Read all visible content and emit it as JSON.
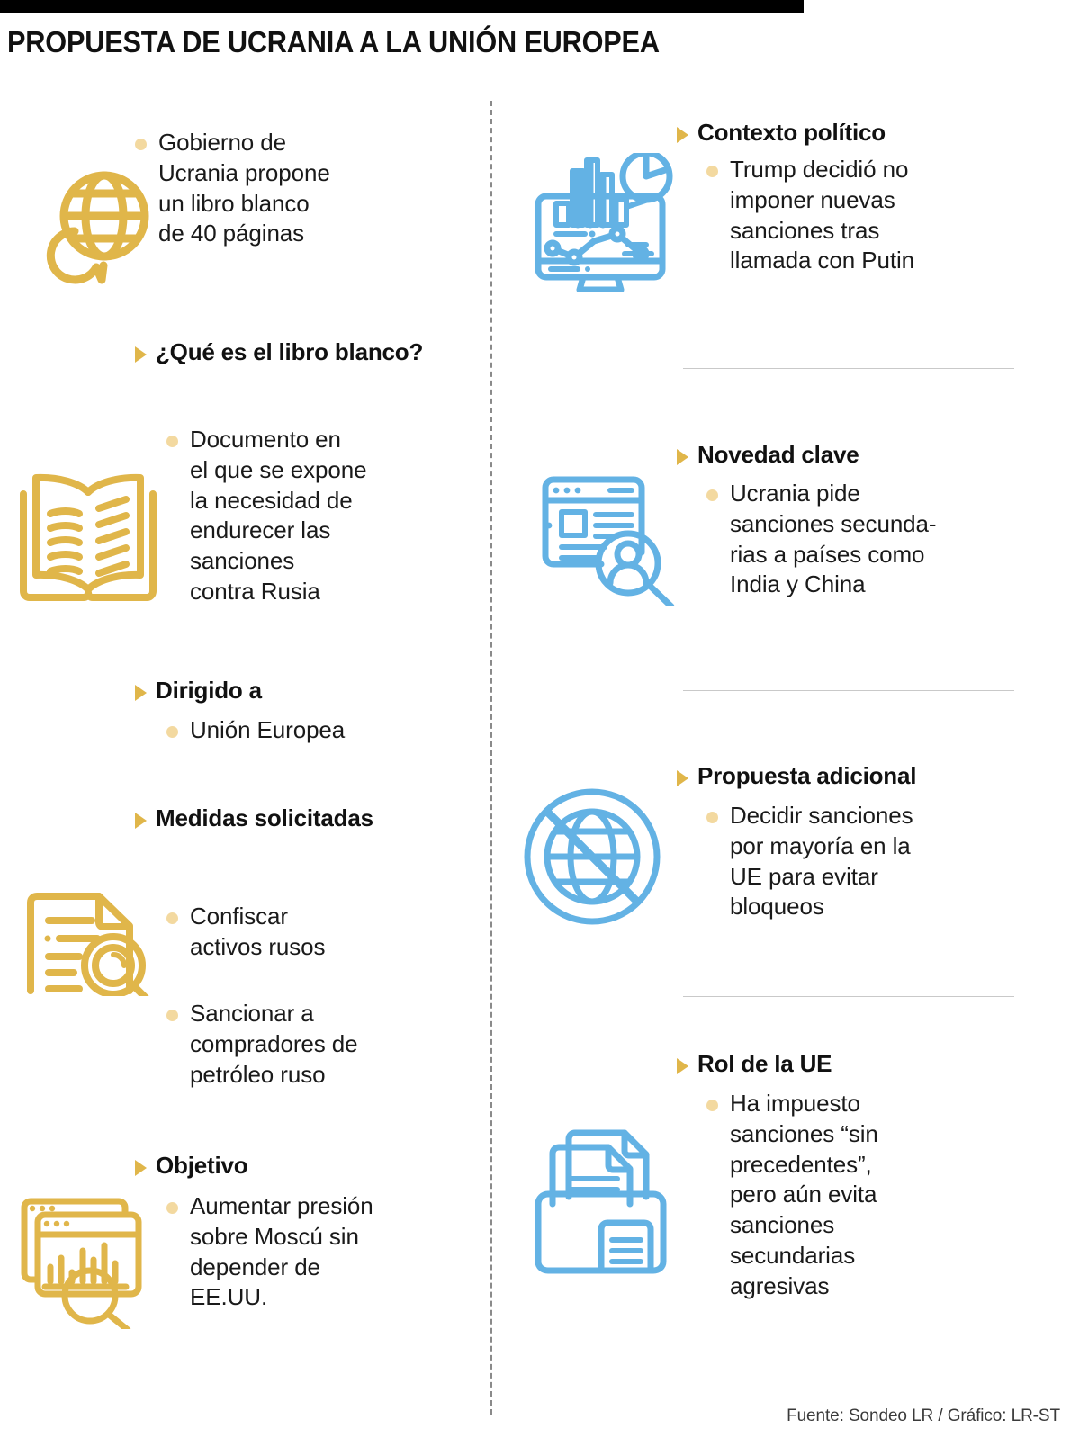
{
  "header": {
    "title": "PROPUESTA DE UCRANIA A LA UNIÓN EUROPEA"
  },
  "colors": {
    "gold": "#e0b64a",
    "gold_dot": "#f3d9a0",
    "blue": "#63b2e4",
    "rule": "#000000",
    "divider": "#8a8a8a"
  },
  "left_column": {
    "blocks": [
      {
        "icon": "globe-chat-icon",
        "kind": "bullet",
        "text": "Gobierno de\nUcrania propone\nun libro blanco\nde 40 páginas"
      },
      {
        "icon": "open-book-icon",
        "kind": "heading",
        "heading": "¿Qué es el libro\nblanco?",
        "bullets": [
          "Documento en\nel que se expone\nla necesidad de\nendurecer las\nsanciones\ncontra Rusia"
        ]
      },
      {
        "kind": "heading",
        "heading": "Dirigido a",
        "bullets": [
          "Unión Europea"
        ]
      },
      {
        "icon": "document-search-icon",
        "kind": "heading",
        "heading": "Medidas\nsolicitadas",
        "bullets": [
          "Confiscar\nactivos rusos",
          "Sancionar a\ncompradores de\npetróleo ruso"
        ]
      },
      {
        "icon": "window-chart-search-icon",
        "kind": "heading",
        "heading": "Objetivo",
        "bullets": [
          "Aumentar presión\nsobre Moscú sin\ndepender de\nEE.UU."
        ]
      }
    ]
  },
  "right_column": {
    "blocks": [
      {
        "icon": "monitor-analytics-icon",
        "heading": "Contexto político",
        "bullets": [
          "Trump decidió no\nimponer nuevas\nsanciones tras\nllamada con Putin"
        ]
      },
      {
        "icon": "webpage-user-search-icon",
        "heading": "Novedad clave",
        "bullets": [
          "Ucrania pide\nsanciones secunda-\nrias a países como\nIndia y China"
        ]
      },
      {
        "icon": "globe-banned-icon",
        "heading": "Propuesta adicional",
        "bullets": [
          "Decidir sanciones\npor mayoría en la\nUE para evitar\nbloqueos"
        ]
      },
      {
        "icon": "folder-documents-icon",
        "heading": "Rol de la UE",
        "bullets": [
          "Ha impuesto\n sanciones “sin\nprecedentes”,\npero aún evita\nsanciones\nsecundarias\nagresivas"
        ]
      }
    ]
  },
  "footer": {
    "source": "Fuente: Sondeo LR / Gráfico: LR-ST"
  }
}
